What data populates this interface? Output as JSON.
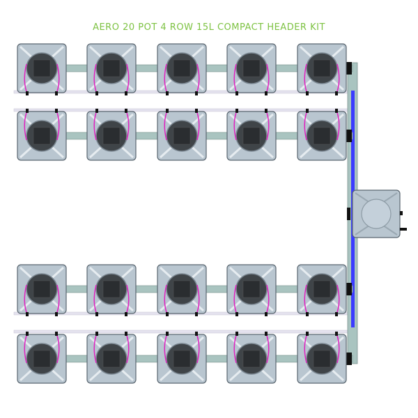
{
  "title": "AERO 20 POT 4 ROW 15L COMPACT HEADER KIT",
  "layout_info": {
    "rows": 4,
    "pots_per_row": 5
  },
  "colors": {
    "title": "#7dc242",
    "pot": "#b9c6d0",
    "pot_edge": "#5a6670",
    "pipe": "#a9c4c0",
    "feed_line": "#3b3bff",
    "drip_line": "#e020c0",
    "lid": "#3f4448"
  }
}
